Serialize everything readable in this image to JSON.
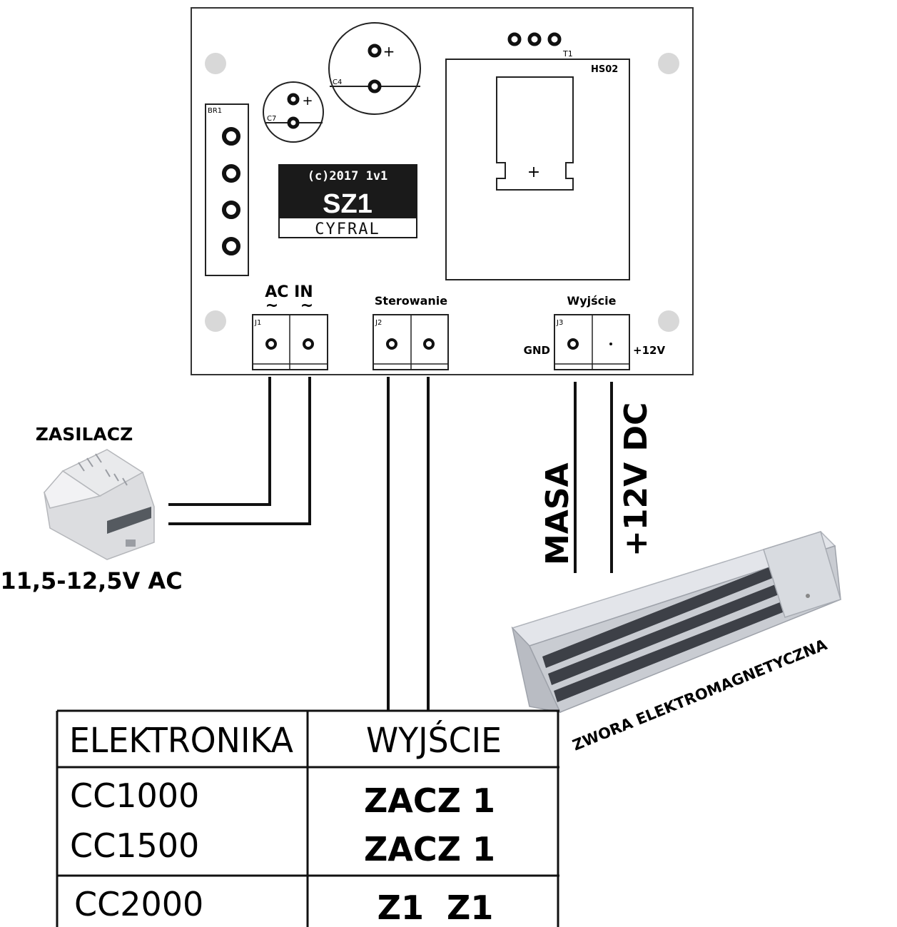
{
  "board": {
    "labels": {
      "t1": "T1",
      "hs02": "HS02",
      "c4": "C4",
      "c7": "C7",
      "br1": "BR1",
      "plus": "+",
      "j1": "J1",
      "j2": "J2",
      "j3": "J3"
    },
    "logo": {
      "line1": "(c)2017 1v1",
      "line2": "SZ1",
      "line3": "CYFRAL"
    },
    "terminals": {
      "ac_in": "AC IN",
      "tilde": "~",
      "sterowanie": "Sterowanie",
      "wyjscie": "Wyjście",
      "gnd": "GND",
      "plus12": "+12V"
    }
  },
  "wires": {
    "masa": "MASA",
    "plus12dc": "+12V DC"
  },
  "psu": {
    "title": "ZASILACZ",
    "voltage": "11,5-12,5V AC"
  },
  "maglock": {
    "label": "ZWORA ELEKTROMAGNETYCZNA"
  },
  "table": {
    "headers": [
      "ELEKTRONIKA",
      "WYJŚCIE"
    ],
    "rows": [
      {
        "device": "CC1000",
        "output": "ZACZ 1"
      },
      {
        "device": "CC1500",
        "output": "ZACZ 1"
      },
      {
        "device": "CC2000",
        "output": "Z1  Z1"
      }
    ]
  },
  "colors": {
    "board_outline": "#333333",
    "mounting_hole": "#d8d8d8",
    "logo_bg": "#1a1a1a",
    "wire": "#111111",
    "maglock_body": "#c9ccd2",
    "maglock_face": "#a9adb5"
  }
}
